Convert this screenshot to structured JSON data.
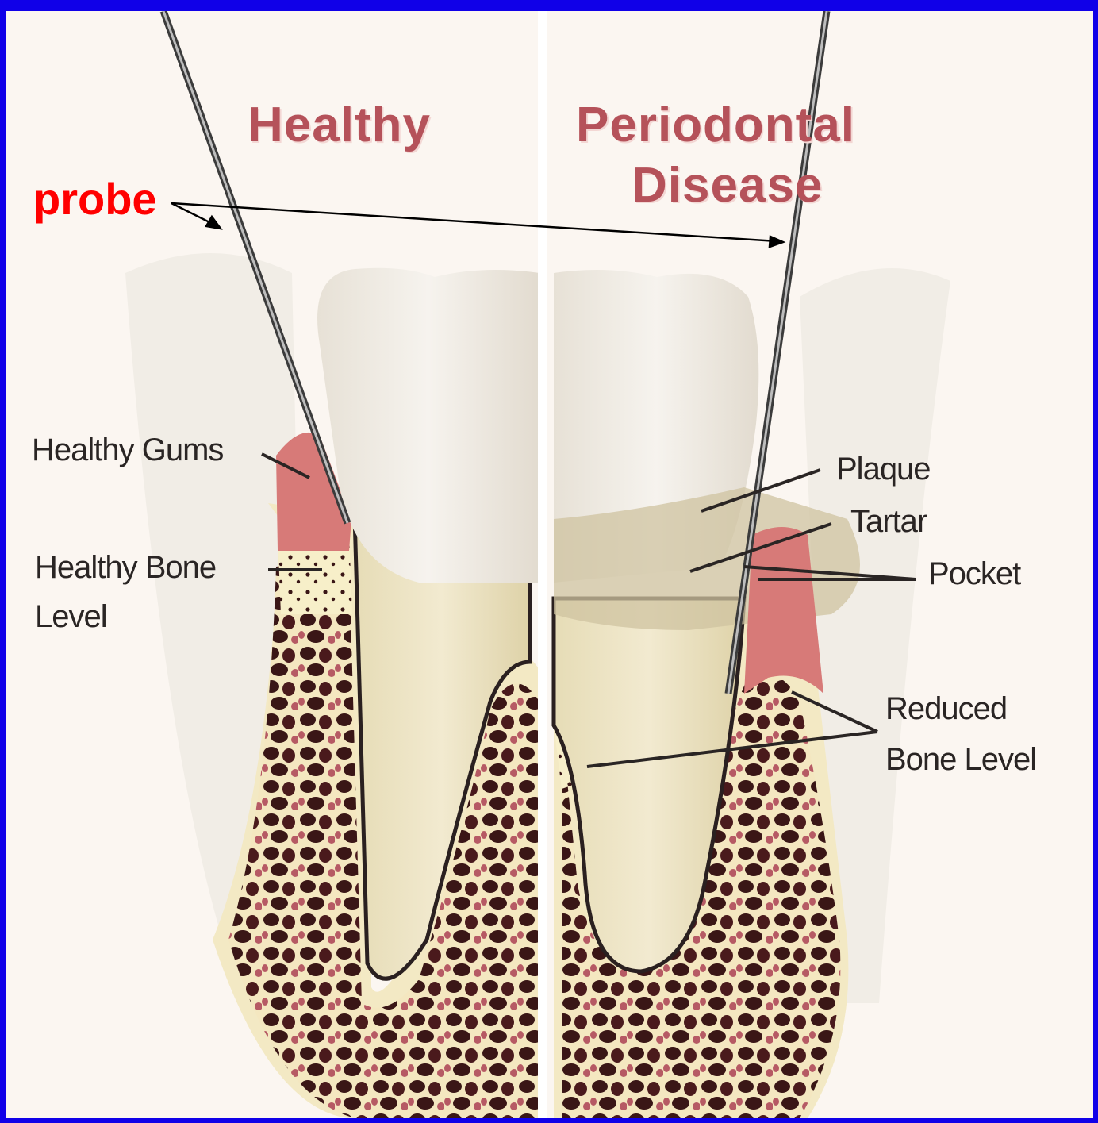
{
  "titles": {
    "healthy": "Healthy",
    "disease_line1": "Periodontal",
    "disease_line2": "Disease"
  },
  "callout": "probe",
  "labels": {
    "healthy_gums": "Healthy Gums",
    "healthy_bone_line1": "Healthy Bone",
    "healthy_bone_line2": "Level",
    "plaque": "Plaque",
    "tartar": "Tartar",
    "pocket": "Pocket",
    "reduced_line1": "Reduced",
    "reduced_line2": "Bone Level"
  },
  "colors": {
    "border": "#1000e8",
    "title": "#b5525a",
    "callout": "#ff0000",
    "gum": "#d77a78",
    "bone": "#f7efc9",
    "marrow": "#3a1616",
    "tooth": "#f2eee6",
    "root": "#ece5c7"
  }
}
